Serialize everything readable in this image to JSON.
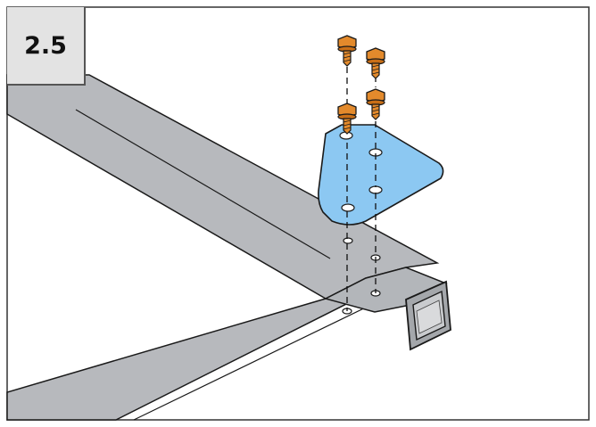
{
  "step": {
    "number": "2.5"
  },
  "parts": {
    "bracket": {
      "name": "corner-plate",
      "color": "#8cc8f2"
    },
    "screws": {
      "name": "screw",
      "count": 4,
      "color": "#e38a2c"
    },
    "frame": {
      "name": "square-tube-frame",
      "color": "#b7b9bd"
    }
  },
  "colors": {
    "outline": "#1a1a1a",
    "tube_light": "#b7b9bd",
    "tube_dark": "#a4a7ab",
    "hole": "#ffffff",
    "guide_line": "#111111"
  }
}
